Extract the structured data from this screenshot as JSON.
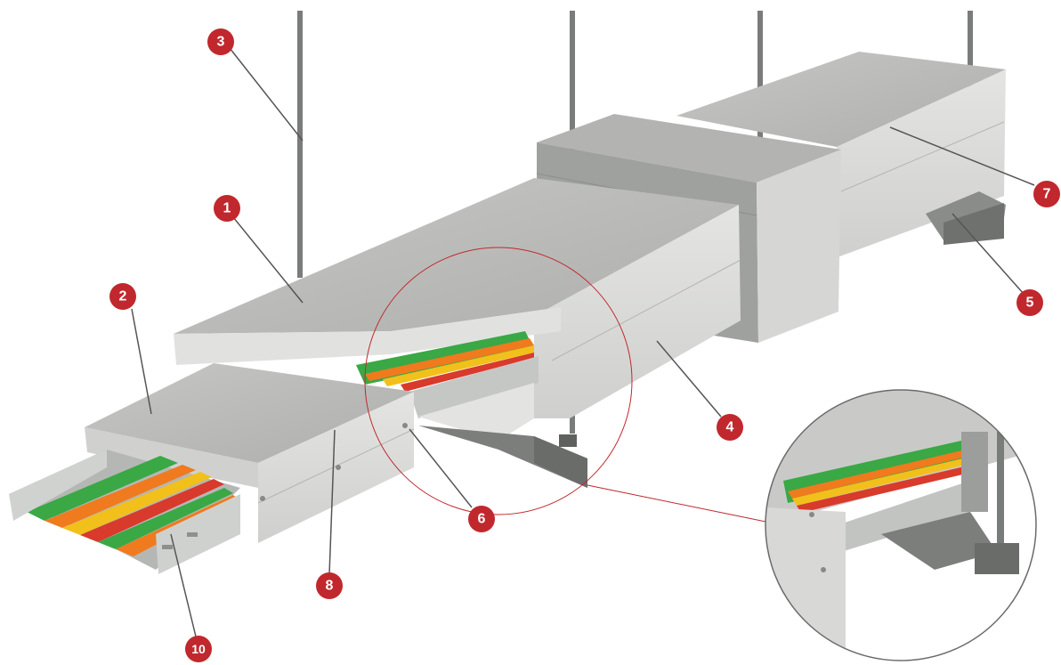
{
  "callouts": [
    {
      "id": "c1",
      "label": "1"
    },
    {
      "id": "c2",
      "label": "2"
    },
    {
      "id": "c3",
      "label": "3"
    },
    {
      "id": "c4",
      "label": "4"
    },
    {
      "id": "c5",
      "label": "5"
    },
    {
      "id": "c6",
      "label": "6"
    },
    {
      "id": "c7",
      "label": "7"
    },
    {
      "id": "c8",
      "label": "8"
    },
    {
      "id": "c10",
      "label": "10"
    }
  ],
  "colors": {
    "callout": "#c0282d",
    "board_top": "#b9bab8",
    "board_side": "#d9dad8",
    "board_dark": "#8f918f",
    "rod": "#7a7c7b",
    "tray": "#c5c7c5",
    "cable_green": "#3aa845",
    "cable_orange": "#f07a1e",
    "cable_yellow": "#f2c01b",
    "cable_red": "#d83a2c",
    "zoom_circle": "#c0282d"
  }
}
